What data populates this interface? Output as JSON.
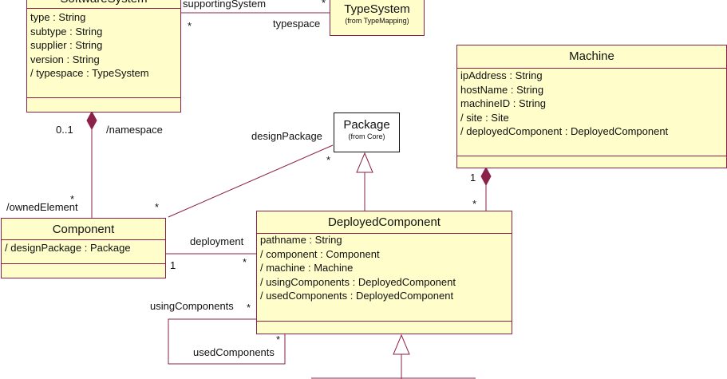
{
  "classes": {
    "software_system": {
      "name": "SoftwareSystem",
      "attributes": [
        "type : String",
        "subtype : String",
        "supplier : String",
        "version : String",
        "/ typespace : TypeSystem"
      ]
    },
    "type_system": {
      "name": "TypeSystem",
      "from": "(from TypeMapping)"
    },
    "machine": {
      "name": "Machine",
      "attributes": [
        "ipAddress : String",
        "hostName : String",
        "machineID : String",
        "/ site : Site",
        "/ deployedComponent : DeployedComponent"
      ]
    },
    "package": {
      "name": "Package",
      "from": "(from Core)"
    },
    "component": {
      "name": "Component",
      "attributes": [
        "/ designPackage : Package"
      ]
    },
    "deployed_component": {
      "name": "DeployedComponent",
      "attributes": [
        "pathname : String",
        "/ component : Component",
        "/ machine : Machine",
        "/ usingComponents : DeployedComponent",
        "/ usedComponents : DeployedComponent"
      ]
    }
  },
  "labels": {
    "supporting_system": "supportingSystem",
    "star_supporting": "*",
    "star_typespace": "*",
    "typespace": "typespace",
    "mult_0_1": "0..1",
    "namespace": "/namespace",
    "star_owned": "*",
    "owned_element": "/ownedElement",
    "design_package": "designPackage",
    "star_design_pkg": "*",
    "star_design_comp": "*",
    "deployment": "deployment",
    "mult_1_comp": "1",
    "star_deployment": "*",
    "mult_1_machine": "1",
    "star_machine": "*",
    "using_components": "usingComponents",
    "star_using": "*",
    "star_used": "*",
    "used_components": "usedComponents"
  },
  "colors": {
    "class_fill": "#fffecb",
    "class_border": "#8a2249",
    "line": "#8a2249"
  }
}
